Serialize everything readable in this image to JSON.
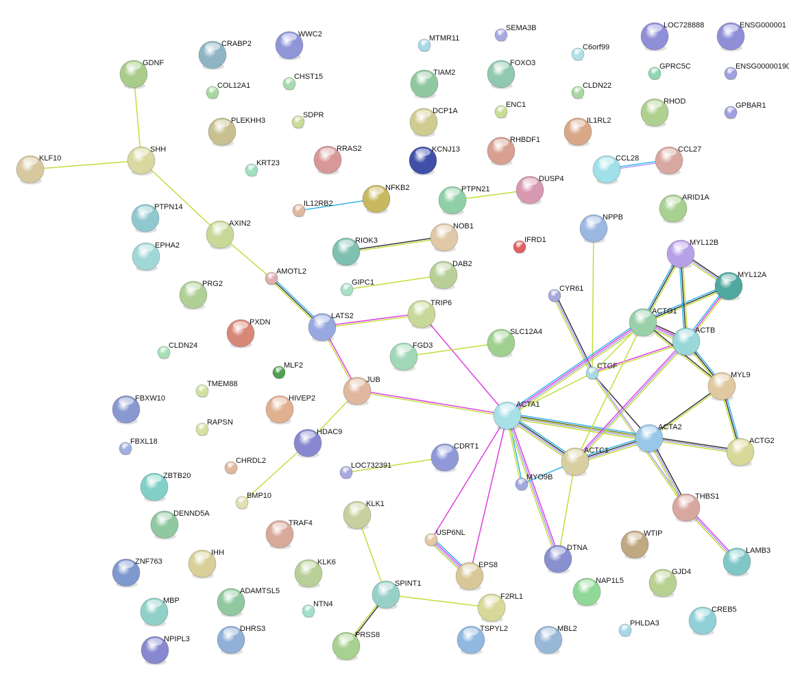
{
  "channel_colors": {
    "textmining": "#c2dc3c",
    "coexpression": "#333333",
    "database": "#2eb4e6",
    "homology": "#a898f8",
    "experiments": "#e03ce0"
  },
  "nodes": [
    {
      "name": "GDNF",
      "color": "#a9cc8a",
      "size": "large"
    },
    {
      "name": "CRABP2",
      "color": "#8fb5c4",
      "size": "large"
    },
    {
      "name": "WWC2",
      "color": "#8e96d8",
      "size": "large"
    },
    {
      "name": "MTMR11",
      "color": "#a8d8e8",
      "size": "small"
    },
    {
      "name": "SEMA3B",
      "color": "#a9a9e0",
      "size": "small"
    },
    {
      "name": "C6orf99",
      "color": "#b0e0e8",
      "size": "small"
    },
    {
      "name": "LOC728888",
      "color": "#8f8fd8",
      "size": "large"
    },
    {
      "name": "ENSG000001",
      "color": "#8f8fd8",
      "size": "large"
    },
    {
      "name": "COL12A1",
      "color": "#a8d8a0",
      "size": "small"
    },
    {
      "name": "CHST15",
      "color": "#a8dcb0",
      "size": "small"
    },
    {
      "name": "TIAM2",
      "color": "#90c8a0",
      "size": "large"
    },
    {
      "name": "FOXO3",
      "color": "#90c8b0",
      "size": "large"
    },
    {
      "name": "GPRC5C",
      "color": "#90d8b0",
      "size": "small"
    },
    {
      "name": "ENSG00000190",
      "color": "#a0a0e0",
      "size": "small"
    },
    {
      "name": "SDPR",
      "color": "#c8dc98",
      "size": "small"
    },
    {
      "name": "PLEKHH3",
      "color": "#c8c090",
      "size": "large"
    },
    {
      "name": "DCP1A",
      "color": "#d0cc90",
      "size": "large"
    },
    {
      "name": "ENC1",
      "color": "#c8dc98",
      "size": "small"
    },
    {
      "name": "CLDN22",
      "color": "#a8d8a0",
      "size": "small"
    },
    {
      "name": "RHOD",
      "color": "#b0d090",
      "size": "large"
    },
    {
      "name": "GPBAR1",
      "color": "#a0a0e0",
      "size": "small"
    },
    {
      "name": "KLF10",
      "color": "#d8c8a0",
      "size": "large"
    },
    {
      "name": "SHH",
      "color": "#d8d8a0",
      "size": "large"
    },
    {
      "name": "KRT23",
      "color": "#a0e0c0",
      "size": "small"
    },
    {
      "name": "RRAS2",
      "color": "#d89898",
      "size": "large"
    },
    {
      "name": "KCNJ13",
      "color": "#4050a8",
      "size": "large"
    },
    {
      "name": "RHBDF1",
      "color": "#d8a090",
      "size": "large"
    },
    {
      "name": "IL1RL2",
      "color": "#d8a888",
      "size": "large"
    },
    {
      "name": "CCL28",
      "color": "#a0e0e8",
      "size": "large"
    },
    {
      "name": "CCL27",
      "color": "#d8a8a0",
      "size": "large"
    },
    {
      "name": "NFKB2",
      "color": "#c8b860",
      "size": "large"
    },
    {
      "name": "IL12RB2",
      "color": "#e0b8a0",
      "size": "small"
    },
    {
      "name": "PTPN21",
      "color": "#90d0a8",
      "size": "large"
    },
    {
      "name": "DUSP4",
      "color": "#d898b0",
      "size": "large"
    },
    {
      "name": "ARID1A",
      "color": "#a8d090",
      "size": "large"
    },
    {
      "name": "PTPN14",
      "color": "#90c8d0",
      "size": "large"
    },
    {
      "name": "AXIN2",
      "color": "#c8d898",
      "size": "large"
    },
    {
      "name": "NOB1",
      "color": "#e0c8a8",
      "size": "large"
    },
    {
      "name": "RIOK3",
      "color": "#80c0b0",
      "size": "large"
    },
    {
      "name": "NPPB",
      "color": "#9ab8e0",
      "size": "large"
    },
    {
      "name": "IFRD1",
      "color": "#e06060",
      "size": "small"
    },
    {
      "name": "EPHA2",
      "color": "#a0d8d8",
      "size": "large"
    },
    {
      "name": "MYL12B",
      "color": "#b8a0e8",
      "size": "large"
    },
    {
      "name": "AMOTL2",
      "color": "#e0b0b0",
      "size": "small"
    },
    {
      "name": "GIPC1",
      "color": "#a8e0c8",
      "size": "small"
    },
    {
      "name": "DAB2",
      "color": "#b8d098",
      "size": "large"
    },
    {
      "name": "MYL12A",
      "color": "#50a8a0",
      "size": "large"
    },
    {
      "name": "PRG2",
      "color": "#b0d098",
      "size": "large"
    },
    {
      "name": "CYR61",
      "color": "#a8a8e0",
      "size": "small"
    },
    {
      "name": "LATS2",
      "color": "#98a8e0",
      "size": "large"
    },
    {
      "name": "TRIP6",
      "color": "#c8d898",
      "size": "large"
    },
    {
      "name": "ACTG1",
      "color": "#98d0a8",
      "size": "large"
    },
    {
      "name": "PXDN",
      "color": "#d88878",
      "size": "large"
    },
    {
      "name": "SLC12A4",
      "color": "#a0d090",
      "size": "large"
    },
    {
      "name": "ACTB",
      "color": "#98d8d8",
      "size": "large"
    },
    {
      "name": "FGD3",
      "color": "#a0d8b8",
      "size": "large"
    },
    {
      "name": "CLDN24",
      "color": "#a8e0b8",
      "size": "small"
    },
    {
      "name": "CTGF",
      "color": "#a8d8e0",
      "size": "small"
    },
    {
      "name": "MLF2",
      "color": "#50a050",
      "size": "small"
    },
    {
      "name": "JUB",
      "color": "#e0b8a0",
      "size": "large"
    },
    {
      "name": "TMEM88",
      "color": "#d0e0a0",
      "size": "small"
    },
    {
      "name": "MYL9",
      "color": "#e0c8a0",
      "size": "large"
    },
    {
      "name": "FBXW10",
      "color": "#8898d0",
      "size": "large"
    },
    {
      "name": "HIVEP2",
      "color": "#e0b090",
      "size": "large"
    },
    {
      "name": "ACTA1",
      "color": "#a8e0e8",
      "size": "large"
    },
    {
      "name": "RAPSN",
      "color": "#d8e0a0",
      "size": "small"
    },
    {
      "name": "ACTA2",
      "color": "#98c8e8",
      "size": "large"
    },
    {
      "name": "FBXL18",
      "color": "#a0b0e0",
      "size": "small"
    },
    {
      "name": "HDAC9",
      "color": "#8888d0",
      "size": "large"
    },
    {
      "name": "ACTG2",
      "color": "#d8d898",
      "size": "large"
    },
    {
      "name": "CDRT1",
      "color": "#9098d8",
      "size": "large"
    },
    {
      "name": "CHRDL2",
      "color": "#e0b8a0",
      "size": "small"
    },
    {
      "name": "ACTC1",
      "color": "#d8d0a0",
      "size": "large"
    },
    {
      "name": "LOC732391",
      "color": "#a8a8e0",
      "size": "small"
    },
    {
      "name": "ZBTB20",
      "color": "#80d0c8",
      "size": "large"
    },
    {
      "name": "MYO9B",
      "color": "#a0a8e0",
      "size": "small"
    },
    {
      "name": "BMP10",
      "color": "#e0e0b0",
      "size": "small"
    },
    {
      "name": "THBS1",
      "color": "#d8a8a0",
      "size": "large"
    },
    {
      "name": "KLK1",
      "color": "#c8d0a0",
      "size": "large"
    },
    {
      "name": "DENND5A",
      "color": "#90c8a0",
      "size": "large"
    },
    {
      "name": "TRAF4",
      "color": "#d8a898",
      "size": "large"
    },
    {
      "name": "USP6NL",
      "color": "#e0c8a0",
      "size": "small"
    },
    {
      "name": "WTIP",
      "color": "#c0a880",
      "size": "large"
    },
    {
      "name": "DTNA",
      "color": "#8890d0",
      "size": "large"
    },
    {
      "name": "LAMB3",
      "color": "#80c8c8",
      "size": "large"
    },
    {
      "name": "ZNF763",
      "color": "#8098d0",
      "size": "large"
    },
    {
      "name": "IHH",
      "color": "#d8d098",
      "size": "large"
    },
    {
      "name": "KLK6",
      "color": "#b8d098",
      "size": "large"
    },
    {
      "name": "EPS8",
      "color": "#d8c898",
      "size": "large"
    },
    {
      "name": "NAP1L5",
      "color": "#90d898",
      "size": "large"
    },
    {
      "name": "GJD4",
      "color": "#b8d090",
      "size": "large"
    },
    {
      "name": "SPINT1",
      "color": "#98d0c8",
      "size": "large"
    },
    {
      "name": "NTN4",
      "color": "#a0e0c8",
      "size": "small"
    },
    {
      "name": "F2RL1",
      "color": "#d8d898",
      "size": "large"
    },
    {
      "name": "MBP",
      "color": "#90d0c8",
      "size": "large"
    },
    {
      "name": "ADAMTSL5",
      "color": "#90c8a0",
      "size": "large"
    },
    {
      "name": "CREB5",
      "color": "#90d0d8",
      "size": "large"
    },
    {
      "name": "PHLDA3",
      "color": "#a8d8e8",
      "size": "small"
    },
    {
      "name": "TSPYL2",
      "color": "#90b8e0",
      "size": "large"
    },
    {
      "name": "MBL2",
      "color": "#98b8d8",
      "size": "large"
    },
    {
      "name": "DHRS3",
      "color": "#90b0d8",
      "size": "large"
    },
    {
      "name": "PRSS8",
      "color": "#a8d090",
      "size": "large"
    },
    {
      "name": "NPIPL3",
      "color": "#8888d0",
      "size": "large"
    }
  ],
  "edges": [
    {
      "from": "GDNF",
      "to": "SHH",
      "channels": [
        "textmining"
      ]
    },
    {
      "from": "KLF10",
      "to": "SHH",
      "channels": [
        "textmining"
      ]
    },
    {
      "from": "SHH",
      "to": "AXIN2",
      "channels": [
        "textmining"
      ]
    },
    {
      "from": "AXIN2",
      "to": "AMOTL2",
      "channels": [
        "textmining"
      ]
    },
    {
      "from": "AMOTL2",
      "to": "LATS2",
      "channels": [
        "database",
        "coexpression",
        "textmining"
      ]
    },
    {
      "from": "IL12RB2",
      "to": "NFKB2",
      "channels": [
        "database"
      ]
    },
    {
      "from": "PTPN21",
      "to": "DUSP4",
      "channels": [
        "textmining"
      ]
    },
    {
      "from": "RIOK3",
      "to": "NOB1",
      "channels": [
        "coexpression",
        "textmining"
      ]
    },
    {
      "from": "GIPC1",
      "to": "DAB2",
      "channels": [
        "textmining"
      ]
    },
    {
      "from": "LATS2",
      "to": "TRIP6",
      "channels": [
        "experiments",
        "textmining"
      ]
    },
    {
      "from": "LATS2",
      "to": "JUB",
      "channels": [
        "experiments",
        "textmining"
      ]
    },
    {
      "from": "TRIP6",
      "to": "ACTA1",
      "channels": [
        "experiments"
      ]
    },
    {
      "from": "FGD3",
      "to": "SLC12A4",
      "channels": [
        "textmining"
      ]
    },
    {
      "from": "JUB",
      "to": "ACTA1",
      "channels": [
        "experiments",
        "textmining"
      ]
    },
    {
      "from": "JUB",
      "to": "HDAC9",
      "channels": [
        "textmining"
      ]
    },
    {
      "from": "HDAC9",
      "to": "BMP10",
      "channels": [
        "textmining"
      ]
    },
    {
      "from": "LOC732391",
      "to": "CDRT1",
      "channels": [
        "textmining"
      ]
    },
    {
      "from": "NPPB",
      "to": "CTGF",
      "channels": [
        "textmining"
      ]
    },
    {
      "from": "CYR61",
      "to": "CTGF",
      "channels": [
        "coexpression",
        "homology",
        "textmining"
      ]
    },
    {
      "from": "CTGF",
      "to": "ACTA1",
      "channels": [
        "textmining"
      ]
    },
    {
      "from": "CTGF",
      "to": "ACTB",
      "channels": [
        "experiments",
        "textmining"
      ]
    },
    {
      "from": "CTGF",
      "to": "ACTG1",
      "channels": [
        "textmining"
      ]
    },
    {
      "from": "CTGF",
      "to": "ACTA2",
      "channels": [
        "coexpression"
      ]
    },
    {
      "from": "CTGF",
      "to": "THBS1",
      "channels": [
        "homology",
        "textmining"
      ]
    },
    {
      "from": "ACTA1",
      "to": "ACTG1",
      "channels": [
        "database",
        "experiments",
        "homology",
        "textmining"
      ]
    },
    {
      "from": "ACTA1",
      "to": "ACTA2",
      "channels": [
        "database",
        "coexpression",
        "homology",
        "textmining"
      ]
    },
    {
      "from": "ACTA1",
      "to": "ACTC1",
      "channels": [
        "database",
        "coexpression",
        "homology",
        "textmining"
      ]
    },
    {
      "from": "ACTA1",
      "to": "MYO9B",
      "channels": [
        "database",
        "textmining"
      ]
    },
    {
      "from": "ACTA1",
      "to": "DTNA",
      "channels": [
        "experiments",
        "homology",
        "textmining"
      ]
    },
    {
      "from": "ACTA1",
      "to": "EPS8",
      "channels": [
        "experiments"
      ]
    },
    {
      "from": "ACTA1",
      "to": "USP6NL",
      "channels": [
        "experiments"
      ]
    },
    {
      "from": "ACTA1",
      "to": "ACTG2",
      "channels": [
        "textmining"
      ]
    },
    {
      "from": "ACTC1",
      "to": "ACTA2",
      "channels": [
        "database",
        "coexpression",
        "homology",
        "textmining"
      ]
    },
    {
      "from": "ACTC1",
      "to": "ACTB",
      "channels": [
        "experiments",
        "homology",
        "textmining"
      ]
    },
    {
      "from": "ACTC1",
      "to": "ACTG1",
      "channels": [
        "textmining"
      ]
    },
    {
      "from": "ACTC1",
      "to": "MYO9B",
      "channels": [
        "database"
      ]
    },
    {
      "from": "ACTC1",
      "to": "DTNA",
      "channels": [
        "textmining"
      ]
    },
    {
      "from": "ACTA2",
      "to": "ACTG2",
      "channels": [
        "coexpression",
        "homology",
        "textmining"
      ]
    },
    {
      "from": "ACTA2",
      "to": "MYL9",
      "channels": [
        "coexpression",
        "textmining"
      ]
    },
    {
      "from": "ACTA2",
      "to": "THBS1",
      "channels": [
        "coexpression",
        "homology",
        "textmining"
      ]
    },
    {
      "from": "ACTG1",
      "to": "ACTB",
      "channels": [
        "coexpression",
        "experiments",
        "homology",
        "textmining"
      ]
    },
    {
      "from": "ACTG1",
      "to": "MYL9",
      "channels": [
        "coexpression",
        "textmining"
      ]
    },
    {
      "from": "ACTG1",
      "to": "MYL12B",
      "channels": [
        "database",
        "coexpression",
        "textmining"
      ]
    },
    {
      "from": "ACTG1",
      "to": "MYL12A",
      "channels": [
        "database",
        "coexpression",
        "textmining"
      ]
    },
    {
      "from": "ACTB",
      "to": "MYL12B",
      "channels": [
        "database",
        "coexpression",
        "textmining"
      ]
    },
    {
      "from": "ACTB",
      "to": "MYL12A",
      "channels": [
        "database",
        "experiments",
        "textmining"
      ]
    },
    {
      "from": "ACTB",
      "to": "MYL9",
      "channels": [
        "database",
        "coexpression",
        "textmining"
      ]
    },
    {
      "from": "MYL12B",
      "to": "MYL12A",
      "channels": [
        "coexpression",
        "homology",
        "textmining"
      ]
    },
    {
      "from": "MYL9",
      "to": "ACTG2",
      "channels": [
        "database",
        "coexpression",
        "textmining"
      ]
    },
    {
      "from": "THBS1",
      "to": "LAMB3",
      "channels": [
        "experiments",
        "homology",
        "textmining"
      ]
    },
    {
      "from": "USP6NL",
      "to": "EPS8",
      "channels": [
        "database",
        "experiments",
        "homology",
        "textmining"
      ]
    },
    {
      "from": "KLK1",
      "to": "SPINT1",
      "channels": [
        "textmining"
      ]
    },
    {
      "from": "SPINT1",
      "to": "PRSS8",
      "channels": [
        "coexpression",
        "textmining"
      ]
    },
    {
      "from": "SPINT1",
      "to": "F2RL1",
      "channels": [
        "textmining"
      ]
    },
    {
      "from": "CCL28",
      "to": "CCL27",
      "channels": [
        "database",
        "homology"
      ]
    }
  ]
}
